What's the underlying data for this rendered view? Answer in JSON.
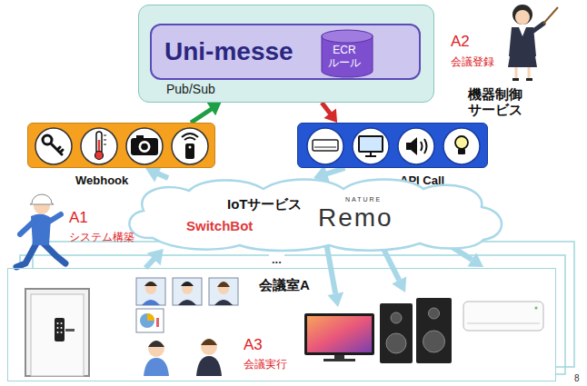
{
  "diagram": {
    "nodes": [
      {
        "text": [
          "Pub/Sub"
        ]
      },
      {
        "text": [
          "Uni-messe"
        ],
        "in": 0
      },
      {
        "text": [
          "ECR ルール"
        ],
        "in": 1
      },
      {
        "text": [
          "Webhook"
        ]
      },
      {
        "text": [
          "API Call"
        ]
      },
      {
        "text": [
          "IoTサービス",
          "SwitchBot",
          "NATURE",
          "Remo"
        ]
      },
      {
        "text": [
          "会議室A"
        ]
      }
    ],
    "edges": [
      {
        "from": 3,
        "to": 0,
        "arrow": "to"
      },
      {
        "from": 0,
        "to": 4,
        "arrow": "to"
      },
      {
        "from": 5,
        "to": 3,
        "arrow": "to"
      },
      {
        "from": 4,
        "to": 5,
        "arrow": "to"
      },
      {
        "from": 6,
        "to": 5,
        "arrow": "to"
      }
    ],
    "labels": [
      "A2",
      "会議登録",
      "機器制御 サービス",
      "A1",
      "システム構築",
      "...",
      "A3",
      "会議実行",
      "8"
    ]
  }
}
